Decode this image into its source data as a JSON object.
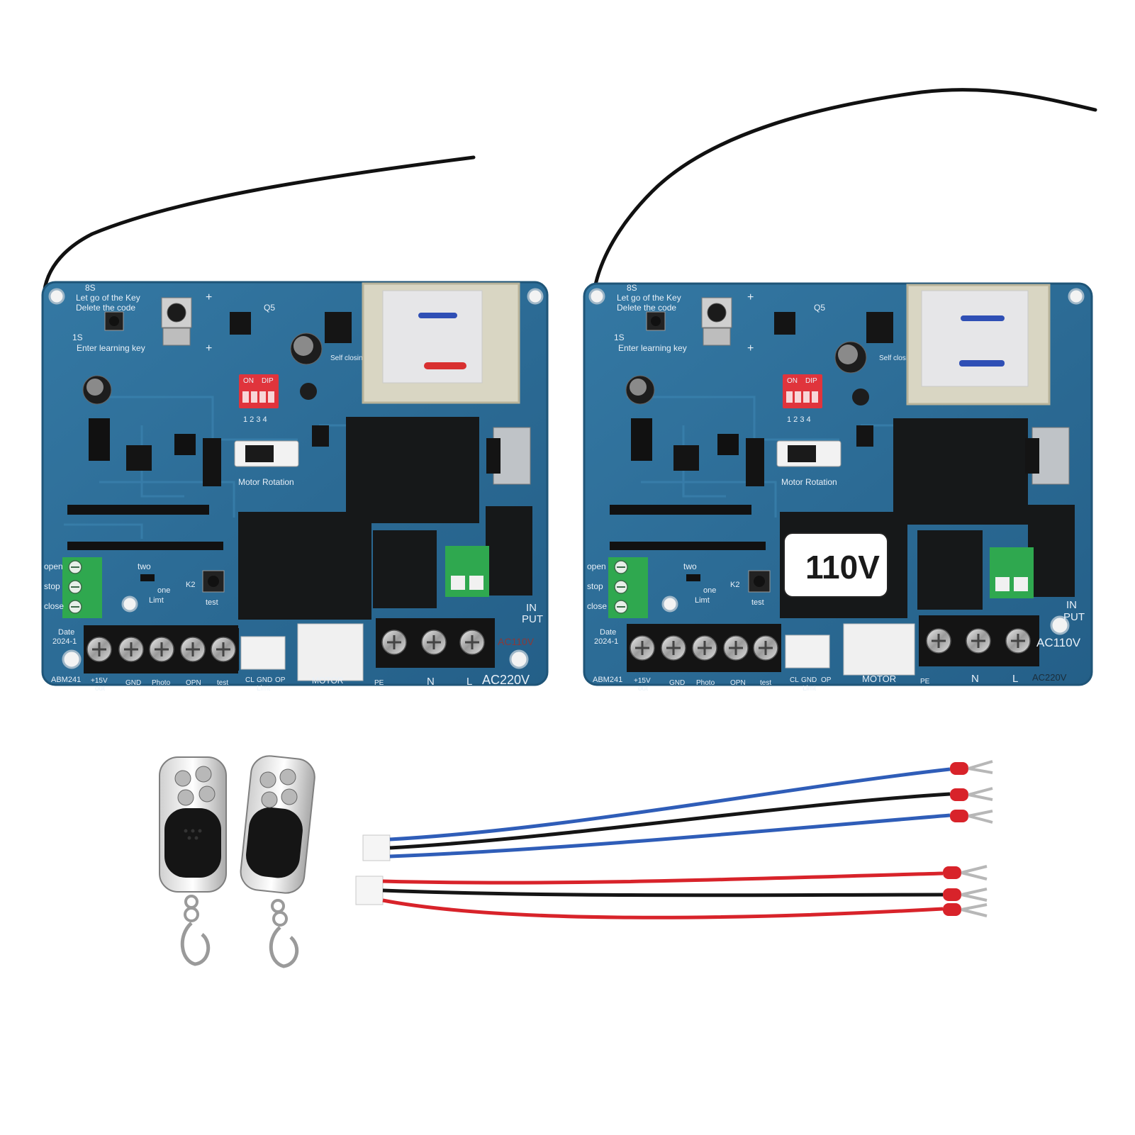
{
  "colors": {
    "pcb": "#2c6a93",
    "pcb_edge": "#1f5578",
    "relay": "#161819",
    "terminal_green": "#2fa84f",
    "wire_red": "#d8232a",
    "wire_blue": "#2f5db8",
    "wire_black": "#151515",
    "background": "#ffffff"
  },
  "board_left": {
    "label_8s": "8S",
    "let_go": "Let go of the Key",
    "delete_code": "Delete the code",
    "label_1s": "1S",
    "enter_learning": "Enter learning key",
    "q5": "Q5",
    "dip_on": "ON",
    "dip_dip": "DIP",
    "dip_numbers": "1 2 3 4",
    "self_closing": "Self closing",
    "motor_rotation": "Motor Rotation",
    "two": "two",
    "one": "one",
    "limt": "Limt",
    "k2": "K2",
    "test_btn": "test",
    "open": "open",
    "stop": "stop",
    "close": "close",
    "date": "Date",
    "date_val": "2024-1",
    "model": "ABM241",
    "term_15v": "+15V",
    "term_out": "out",
    "term_gnd": "GND",
    "term_photo": "Photo",
    "term_opn": "OPN",
    "term_test": "test",
    "limt_cl": "CL",
    "limt_gnd": "GND",
    "limt_op": "OP",
    "limt_label": "Limt",
    "motor": "MOTOR",
    "pe": "PE",
    "n": "N",
    "l": "L",
    "input_in": "IN",
    "input_put": "PUT",
    "ac220": "AC220V",
    "ac110_faint": "AC110V"
  },
  "board_right": {
    "label_8s": "8S",
    "let_go": "Let go of the Key",
    "delete_code": "Delete the code",
    "label_1s": "1S",
    "enter_learning": "Enter learning key",
    "q5": "Q5",
    "dip_on": "ON",
    "dip_dip": "DIP",
    "dip_numbers": "1 2 3 4",
    "self_closing": "Self closing",
    "motor_rotation": "Motor Rotation",
    "two": "two",
    "one": "one",
    "limt": "Limt",
    "k2": "K2",
    "test_btn": "test",
    "open": "open",
    "stop": "stop",
    "close": "close",
    "date": "Date",
    "date_val": "2024-1",
    "model": "ABM241",
    "term_15v": "+15V",
    "term_out": "out",
    "term_gnd": "GND",
    "term_photo": "Photo",
    "term_opn": "OPN",
    "term_test": "test",
    "limt_cl": "CL",
    "limt_gnd": "GND",
    "limt_op": "OP",
    "limt_label": "Limt",
    "motor": "MOTOR",
    "pe": "PE",
    "n": "N",
    "l": "L",
    "input_in": "IN",
    "input_put": "PUT",
    "ac110": "AC110V",
    "sticker": "110V",
    "ac220_faint": "AC220V"
  }
}
